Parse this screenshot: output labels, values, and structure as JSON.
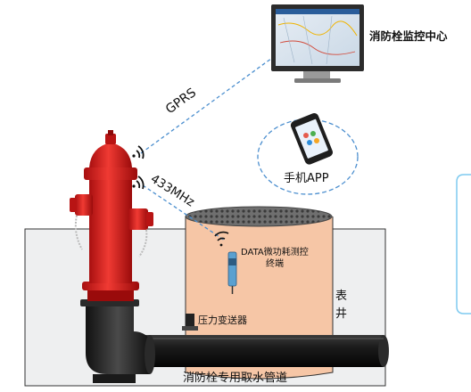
{
  "labels": {
    "monitor_center": "消防栓监控中心",
    "phone_app": "手机APP",
    "gprs": "GPRS",
    "freq_433": "433MHz",
    "terminal_line1": "DATA微功耗测控",
    "terminal_line2": "终端",
    "pressure_sensor": "压力变送器",
    "meter_well_1": "表",
    "meter_well_2": "井",
    "pipe_label": "消防栓专用取水管道"
  },
  "colors": {
    "hydrant_red": "#e0201f",
    "well_fill": "#f6c6a6",
    "ground_fill": "#eeeff0",
    "link_dashed": "#4c8fcf",
    "pipe": "#1b1b1b",
    "callout_border": "#7ecaf0"
  },
  "icons": {
    "monitor": "desktop-monitor-icon",
    "phone": "smartphone-icon",
    "wireless": "wifi-signal-icon"
  }
}
